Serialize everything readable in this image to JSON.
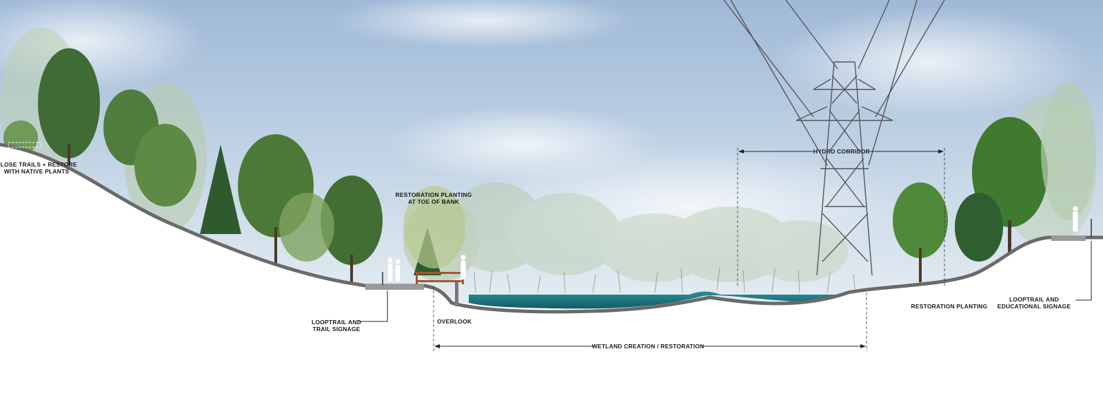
{
  "labels": {
    "close_trails_line1": "CLOSE TRAILS + RESTORE",
    "close_trails_line2": "WITH NATIVE PLANTS",
    "restoration_toe_line1": "RESTORATION PLANTING",
    "restoration_toe_line2": "AT TOE OF BANK",
    "looptrail_left_line1": "LOOPTRAIL AND",
    "looptrail_left_line2": "TRAIL SIGNAGE",
    "overlook": "OVERLOOK",
    "wetland": "WETLAND CREATION / RESTORATION",
    "hydro_corridor": "HYDRO CORRIDOR",
    "restoration_planting": "RESTORATION PLANTING",
    "looptrail_right_line1": "LOOPTRAIL AND",
    "looptrail_right_line2": "EDUCATIONAL SIGNAGE"
  },
  "colors": {
    "sky_top": "#9fb9d6",
    "sky_bottom": "#dfe8f0",
    "tree_dark": "#3f6b34",
    "tree_mid": "#5f8f45",
    "tree_light": "#a9c39a",
    "water": "#1f7f8a",
    "ground_line": "#555555",
    "deck_wood": "#a4572e"
  },
  "icons": [
    "transmission-tower-icon",
    "person-silhouette-icon",
    "conifer-tree-icon",
    "deciduous-tree-icon"
  ]
}
